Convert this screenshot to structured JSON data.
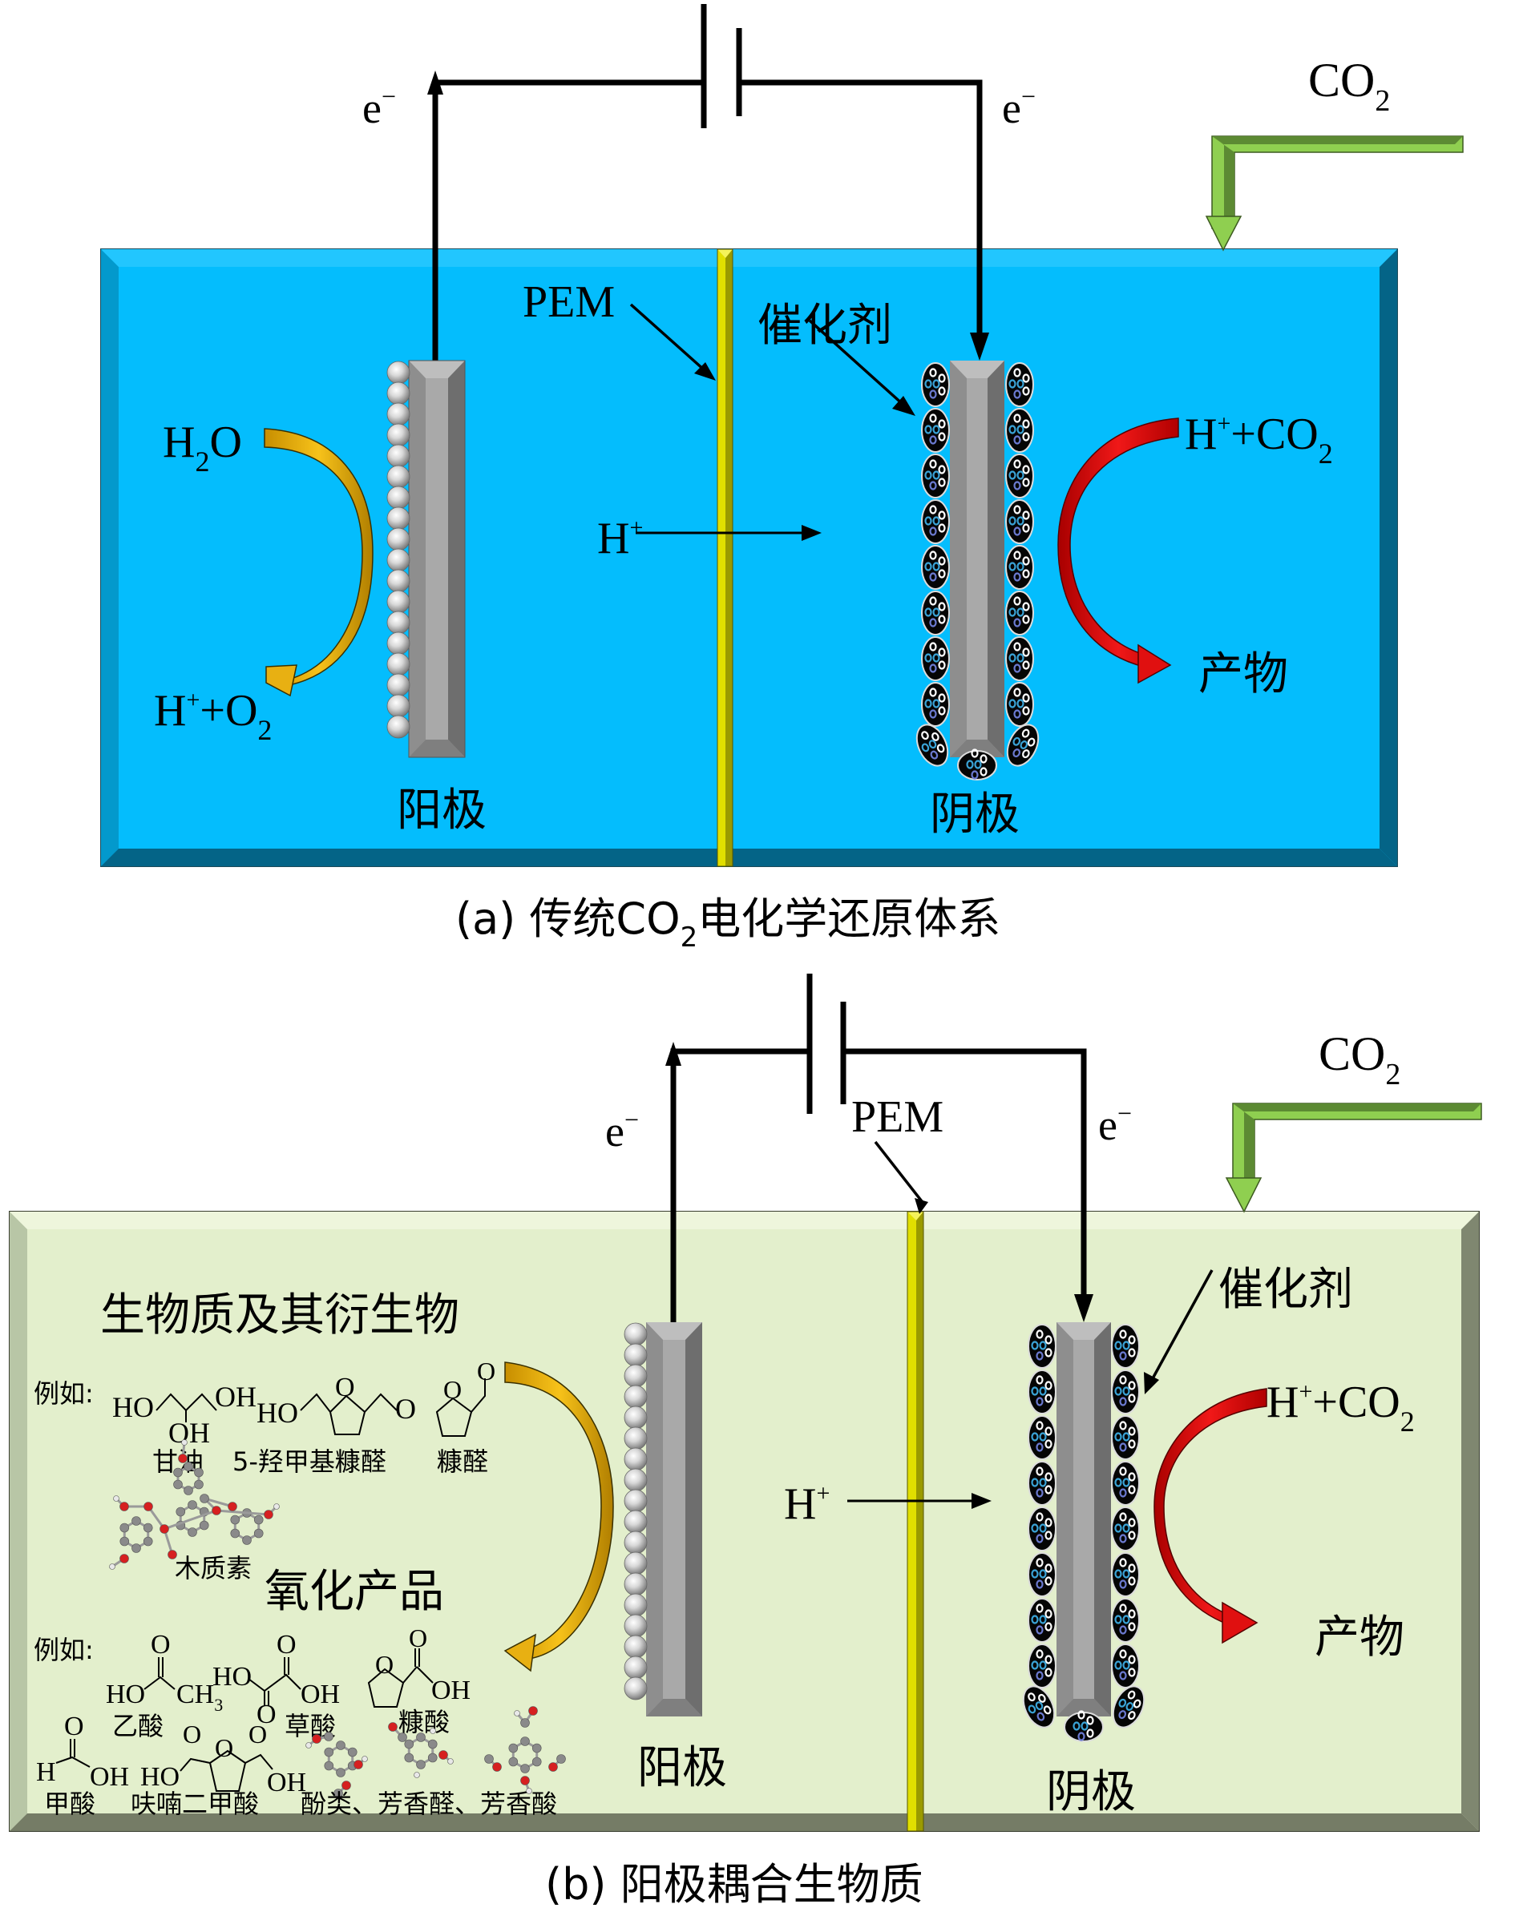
{
  "colors": {
    "panel_a_fill": "#04BDFD",
    "panel_a_bevel_left": "#0399CC",
    "panel_a_bevel_dark": "#046487",
    "panel_b_fill": "#E3EFCC",
    "panel_b_bevel_left": "#B8C6A6",
    "panel_b_bevel_dark": "#7A826B",
    "pem_light": "#E1DF00",
    "pem_dark": "#9A9A00",
    "electrode_mid": "#A9A9A9",
    "electrode_dark": "#6E6E6E",
    "electrode_light": "#BEBEBE",
    "co2_arrow": "#8FCF50",
    "co2_arrow_dark": "#5C8A33",
    "anode_arrow": "#E8B012",
    "cathode_arrow": "#E01010"
  },
  "panel_a": {
    "electron_left": "e",
    "electron_right": "e",
    "electron_sup": "−",
    "co2_label": "CO",
    "co2_sub": "2",
    "pem_label": "PEM",
    "catalyst_label": "催化剂",
    "h2o_label_H": "H",
    "h2o_label_sub": "2",
    "h2o_label_O": "O",
    "anode_product_H": "H",
    "anode_product_plus": "+",
    "anode_product_rest": "+O",
    "anode_product_sub": "2",
    "proton_label": "H",
    "proton_sup": "+",
    "cathode_reactant_H": "H",
    "cathode_reactant_plus": "+",
    "cathode_reactant_rest": "+CO",
    "cathode_reactant_sub": "2",
    "cathode_product": "产物",
    "anode_label": "阳极",
    "cathode_label": "阴极",
    "caption_prefix": "(a) 传统CO",
    "caption_sub": "2",
    "caption_suffix": "电化学还原体系"
  },
  "panel_b": {
    "electron_left": "e",
    "electron_right": "e",
    "electron_sup": "−",
    "co2_label": "CO",
    "co2_sub": "2",
    "pem_label": "PEM",
    "catalyst_label": "催化剂",
    "biomass_heading": "生物质及其衍生物",
    "example_prefix": "例如:",
    "biomass_examples": [
      "甘油",
      "5-羟甲基糠醛",
      "糠醛",
      "木质素"
    ],
    "glycerol_groups": [
      "HO",
      "OH",
      "OH"
    ],
    "hmf_groups": [
      "HO",
      "O",
      "O"
    ],
    "furfural_groups": [
      "O",
      "O"
    ],
    "oxidation_heading": "氧化产品",
    "oxidation_examples": [
      "乙酸",
      "草酸",
      "糠酸",
      "甲酸",
      "呋喃二甲酸",
      "酚类、芳香醛、芳香酸"
    ],
    "acetic_groups": [
      "O",
      "HO",
      "CH",
      "3"
    ],
    "oxalic_groups": [
      "O",
      "HO",
      "OH",
      "O"
    ],
    "furoic_groups": [
      "O",
      "O",
      "OH"
    ],
    "formic_groups": [
      "O",
      "H",
      "OH"
    ],
    "fdca_groups": [
      "O",
      "O",
      "O",
      "HO",
      "OH"
    ],
    "proton_label": "H",
    "proton_sup": "+",
    "cathode_reactant_H": "H",
    "cathode_reactant_plus": "+",
    "cathode_reactant_rest": "+CO",
    "cathode_reactant_sub": "2",
    "cathode_product": "产物",
    "anode_label": "阳极",
    "cathode_label": "阴极",
    "caption": "(b) 阳极耦合生物质"
  }
}
